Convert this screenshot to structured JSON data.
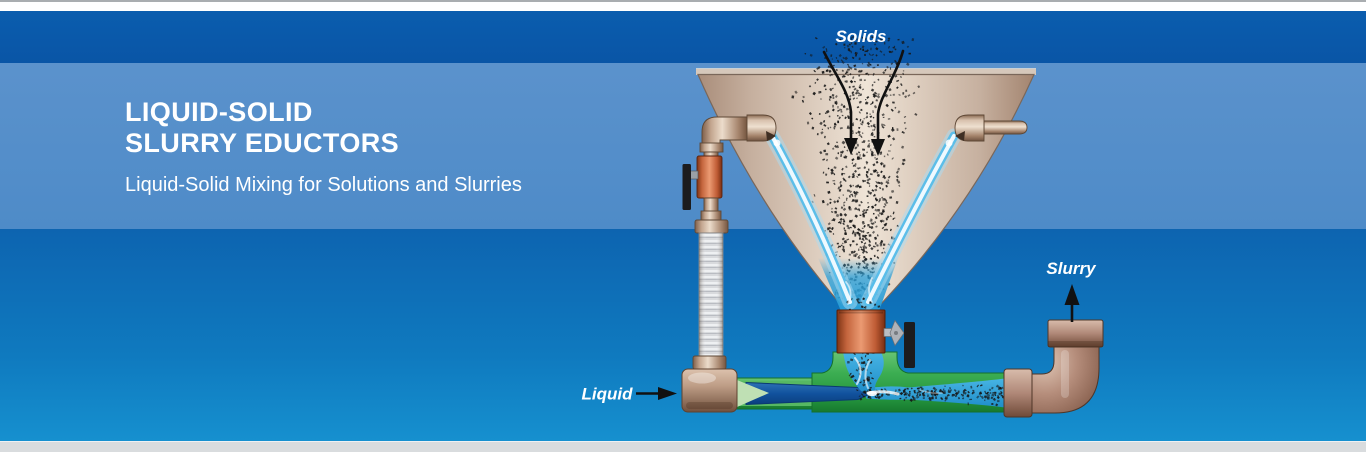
{
  "header": {
    "title_line1": "LIQUID-SOLID",
    "title_line2": "SLURRY EDUCTORS",
    "subtitle": "Liquid-Solid Mixing for Solutions and Slurries"
  },
  "diagram": {
    "labels": {
      "solids": "Solids",
      "liquid": "Liquid",
      "slurry": "Slurry"
    },
    "components": [
      "feed hopper",
      "hopper spray nozzles",
      "isolation valve",
      "flexible hose",
      "liquid inlet tee",
      "eductor mixing body",
      "hopper outlet collar valve",
      "slurry discharge elbow"
    ]
  },
  "palette": {
    "header_band_blue": "#0a5aaa",
    "title_band_blue": "#5890cb",
    "body_band_blue_top": "#0d64b0",
    "body_band_blue_bottom": "#1690cf",
    "bottom_strip_gray": "#d9dcde",
    "hopper_tan": "#c9b3a2",
    "pipe_tan": "#c7ab96",
    "valve_orange": "#d4724a",
    "eductor_green": "#35a94b",
    "slurry_blue": "#2a9fd8",
    "elbow_brown": "#aa8170",
    "label_white": "#ffffff"
  }
}
